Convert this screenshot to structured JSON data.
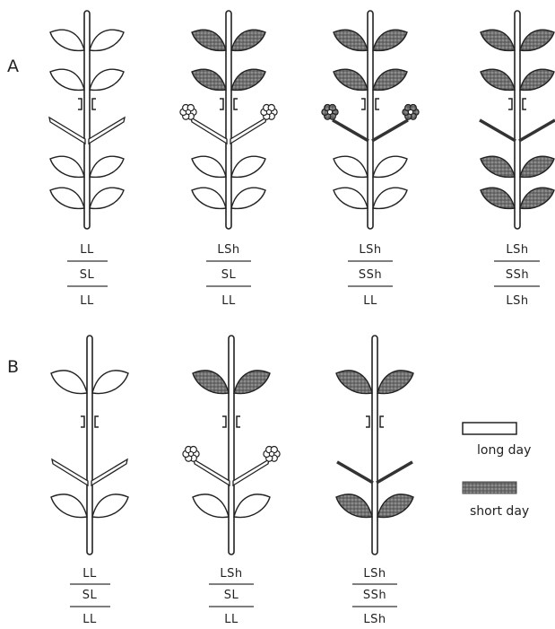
{
  "panels": [
    {
      "label": "A",
      "plants": [
        {
          "top": "LL",
          "middle": "SL",
          "bottom": "LL"
        },
        {
          "top": "LSh",
          "middle": "SL",
          "bottom": "LL"
        },
        {
          "top": "LSh",
          "middle": "SSh",
          "bottom": "LL"
        },
        {
          "top": "LSh",
          "middle": "SSh",
          "bottom": "LSh"
        }
      ]
    },
    {
      "label": "B",
      "plants": [
        {
          "top": "LL",
          "middle": "SL",
          "bottom": "LL"
        },
        {
          "top": "LSh",
          "middle": "SL",
          "bottom": "LL"
        },
        {
          "top": "LSh",
          "middle": "SSh",
          "bottom": "LSh"
        }
      ]
    }
  ],
  "legend": {
    "long_day": "long day",
    "short_day": "short day"
  },
  "colors": {
    "long_day_fill": "#ffffff",
    "short_day_fill": "#555555",
    "line": "#222222"
  }
}
